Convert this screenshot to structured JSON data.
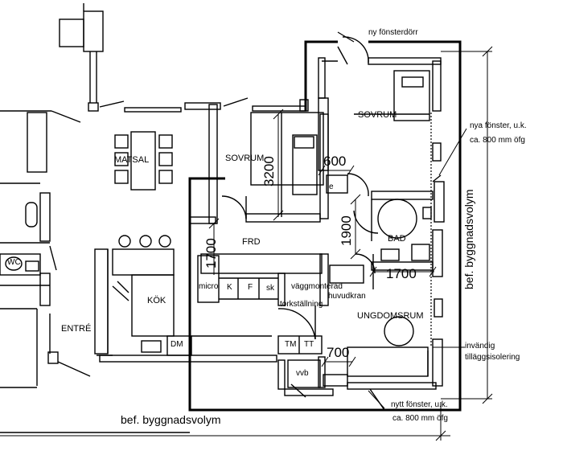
{
  "labels": {
    "ny_fonsterdorr": "ny fönsterdörr",
    "sovrum_right": "SOVRUM",
    "sovrum_mid": "SOVRUM",
    "matsal": "MATSAL",
    "frd": "FRD",
    "kok": "KÖK",
    "entre": "ENTRÉ",
    "bad": "BAD",
    "ungdomsrum": "UNGDOMSRUM",
    "wc": "WC",
    "micro": "micro",
    "k": "K",
    "f": "F",
    "sk": "sk",
    "dm": "DM",
    "tm": "TM",
    "tt": "TT",
    "vvb": "vvb",
    "e": "e",
    "vaggmonterad": "väggmonterad",
    "huvudkran": "huvudkran",
    "torkstallning": "torkställning",
    "nya_fonster": "nya fönster, u.k.",
    "ca800_top": "ca. 800 mm öfg",
    "nytt_fonster": "nytt fönster, u.k.",
    "ca800_bottom": "ca. 800 mm öfg",
    "invandig": "invändig",
    "tillaggsisolering": "tilläggsisolering",
    "bef_bottom": "bef. byggnadsvolym",
    "bef_right": "bef. byggnadsvolym"
  },
  "dimensions": {
    "d3200": "3200",
    "d600": "600",
    "d1700_left": "1700",
    "d1900": "1900",
    "d1700_right": "1700",
    "d700": "700"
  }
}
